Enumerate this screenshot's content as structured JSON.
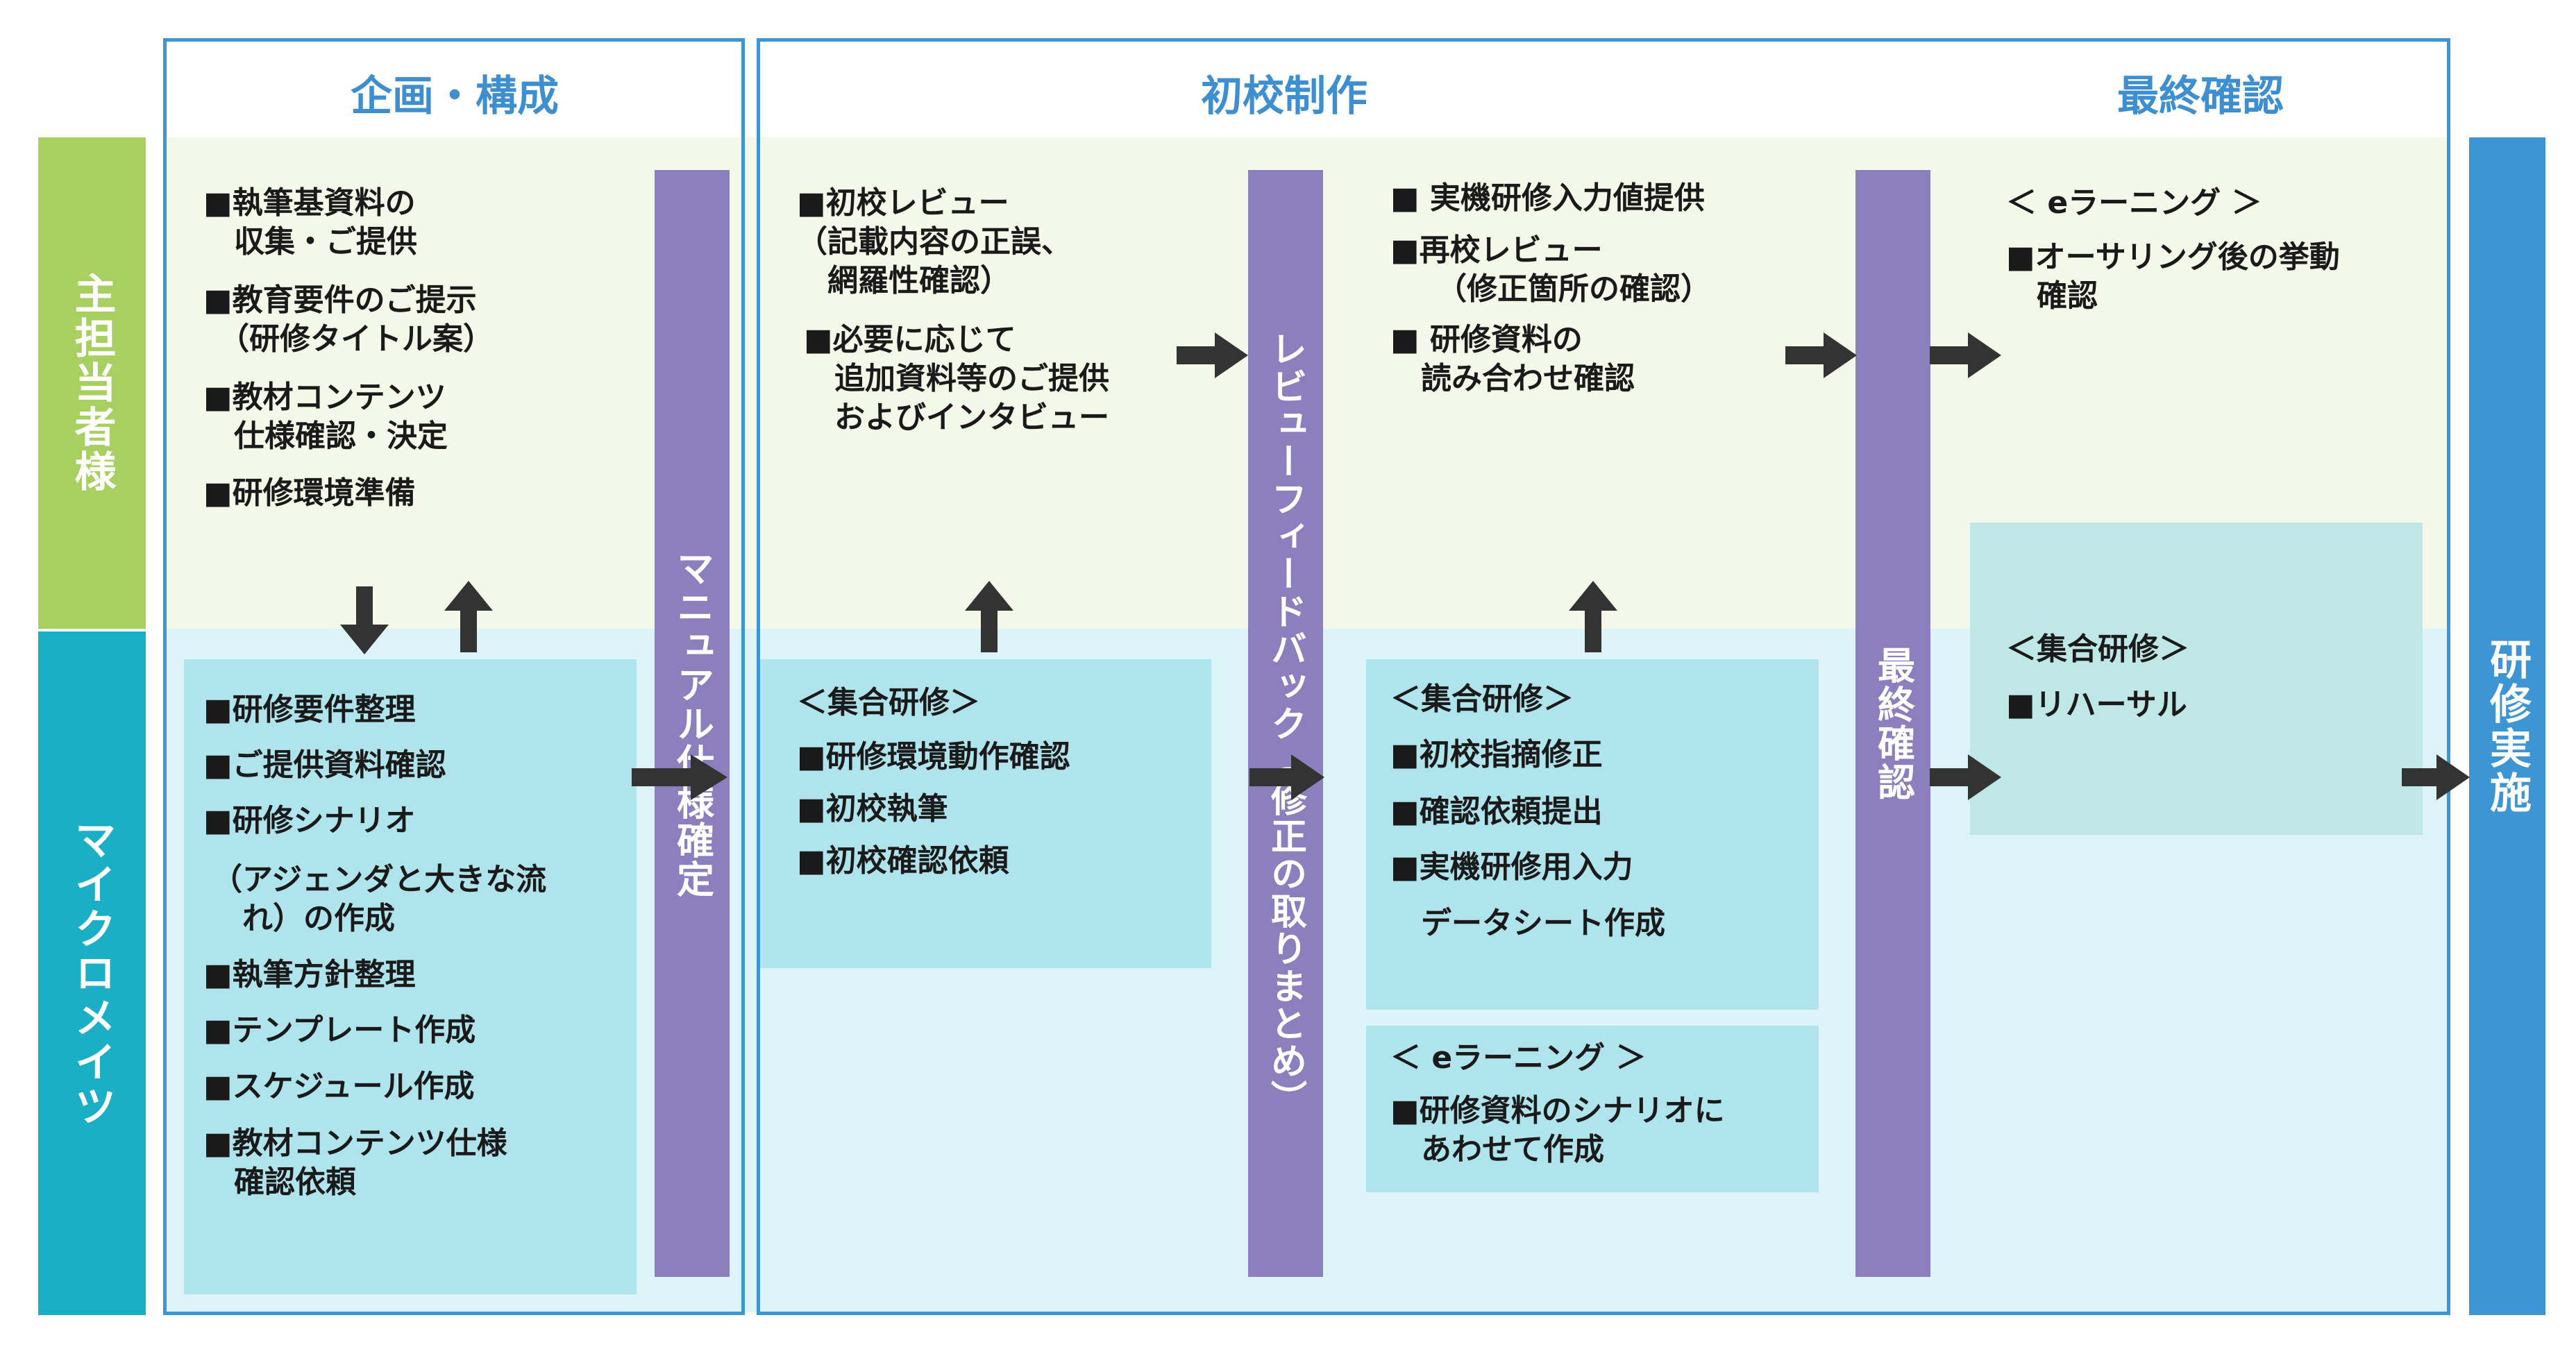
{
  "phases": {
    "planning": "企画・構成",
    "first_draft": "初校制作",
    "final_check": "最終確認"
  },
  "rows": {
    "client": "主担当者様",
    "micromates": "マイクロメイツ",
    "delivery": "研修実施"
  },
  "bars": {
    "manual_spec": "マニュアル仕様確定",
    "review_feedback": "レビューフィードバック（修正の取りまとめ）",
    "final_confirm": "最終確認"
  },
  "client_planning": [
    "■執筆基資料の\n　収集・ご提供",
    "■教育要件のご提示\n　（研修タイトル案）",
    "■教材コンテンツ\n　仕様確認・決定",
    "■研修環境準備"
  ],
  "mm_planning": [
    "■研修要件整理",
    "■ご提供資料確認",
    "■研修シナリオ",
    "（アジェンダと大きな流\n　れ）の作成",
    "■執筆方針整理",
    "■テンプレート作成",
    "■スケジュール作成",
    "■教材コンテンツ仕様\n　確認依頼"
  ],
  "client_review": [
    "■初校レビュー\n（記載内容の正誤、\n　網羅性確認）",
    "■必要に応じて\n　追加資料等のご提供\n　およびインタビュー"
  ],
  "mm_draft": [
    "＜集合研修＞",
    "■研修環境動作確認",
    "■初校執筆",
    "■初校確認依頼"
  ],
  "client_second": [
    "■ 実機研修入力値提供",
    "■再校レビュー\n　　（修正箇所の確認）",
    "■ 研修資料の\n　読み合わせ確認"
  ],
  "mm_fix": [
    "＜集合研修＞",
    "■初校指摘修正",
    "■確認依頼提出",
    "■実機研修用入力",
    "　データシート作成"
  ],
  "mm_elearn": [
    "＜ eラーニング ＞",
    "■研修資料のシナリオに\n　あわせて作成"
  ],
  "client_final": [
    "＜ eラーニング ＞",
    "■オーサリング後の挙動\n　確認"
  ],
  "mm_final": [
    "＜集合研修＞",
    "■リハーサル"
  ],
  "colors": {
    "accent_blue": "#3d95d3",
    "bar_purple": "#8b7fbd",
    "client_green": "#a8d060",
    "mm_teal": "#1aafc5"
  }
}
